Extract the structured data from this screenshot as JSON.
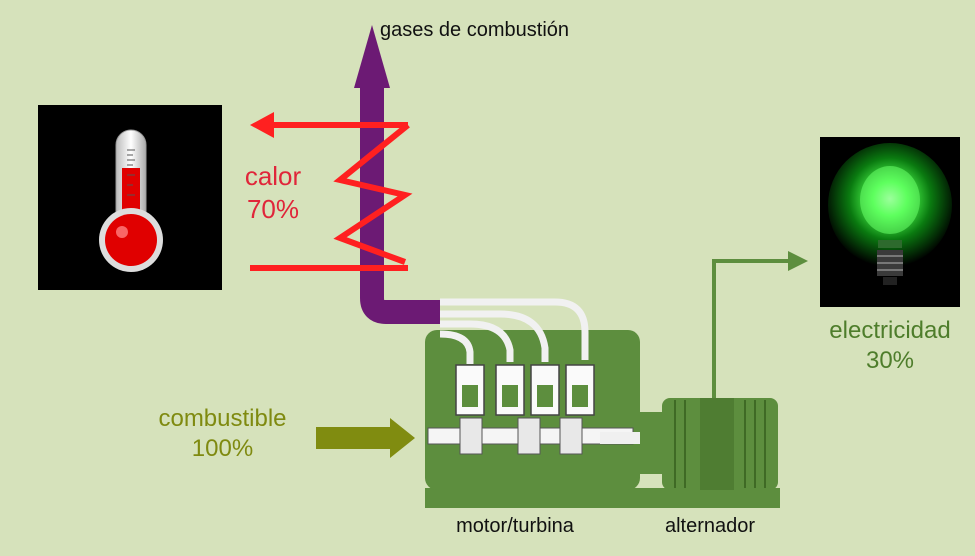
{
  "labels": {
    "gases": "gases de combustión",
    "heat_name": "calor",
    "heat_pct": "70%",
    "elec_name": "electricidad",
    "elec_pct": "30%",
    "fuel_name": "combustible",
    "fuel_pct": "100%",
    "engine": "motor/turbina",
    "alternator": "alternador"
  },
  "icons": {
    "thermometer": "thermometer-icon",
    "lightbulb": "lightbulb-icon",
    "engine": "engine-icon",
    "alternator": "alternator-icon"
  },
  "colors": {
    "background": "#d6e2bb",
    "exhaust": "#6c1a74",
    "heat": "#ff2020",
    "electric": "#5d8e3e",
    "fuel": "#808c10",
    "machine": "#5d8e3e"
  }
}
